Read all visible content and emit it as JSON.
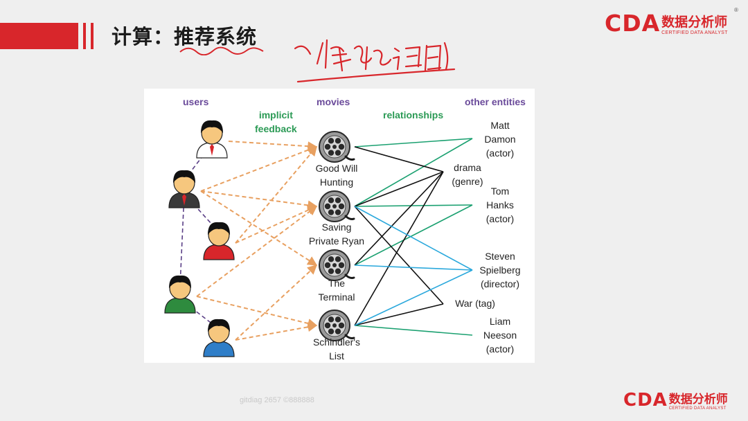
{
  "slide": {
    "title": "计算：推荐系统",
    "watermark": "gitdiag  2657  ©888888"
  },
  "logo": {
    "mark": "CDA",
    "cn": "数据分析师",
    "en": "CERTIFIED DATA ANALYST",
    "reg": "®",
    "color": "#d8262b"
  },
  "diagram": {
    "headers": {
      "users": "users",
      "implicit_feedback": "implicit\nfeedback",
      "movies": "movies",
      "relationships": "relationships",
      "other_entities": "other entities"
    },
    "movies": [
      {
        "id": "m1",
        "label": "Good Will\nHunting"
      },
      {
        "id": "m2",
        "label": "Saving\nPrivate Ryan"
      },
      {
        "id": "m3",
        "label": "The\nTerminal"
      },
      {
        "id": "m4",
        "label": "Schindler's\nList"
      }
    ],
    "entities": [
      {
        "id": "e1",
        "label": "Matt\nDamon\n(actor)"
      },
      {
        "id": "e2",
        "label": "drama\n(genre)"
      },
      {
        "id": "e3",
        "label": "Tom\nHanks\n(actor)"
      },
      {
        "id": "e4",
        "label": "Steven\nSpielberg\n(director)"
      },
      {
        "id": "e5",
        "label": "War (tag)"
      },
      {
        "id": "e6",
        "label": "Liam\nNeeson\n(actor)"
      }
    ],
    "users": [
      {
        "id": "u1",
        "shirt": "#ffffff",
        "tie": "#d8262b"
      },
      {
        "id": "u2",
        "shirt": "#3a3a3a",
        "tie": "#d8262b"
      },
      {
        "id": "u3",
        "shirt": "#d8262b",
        "tie": ""
      },
      {
        "id": "u4",
        "shirt": "#2e8b3e",
        "tie": ""
      },
      {
        "id": "u5",
        "shirt": "#2f7ec8",
        "tie": ""
      }
    ],
    "user_links": [
      [
        "u1",
        "u2"
      ],
      [
        "u2",
        "u3"
      ],
      [
        "u2",
        "u4"
      ],
      [
        "u4",
        "u5"
      ]
    ],
    "feedback": [
      [
        "u1",
        "m1"
      ],
      [
        "u2",
        "m1"
      ],
      [
        "u2",
        "m2"
      ],
      [
        "u2",
        "m3"
      ],
      [
        "u3",
        "m1"
      ],
      [
        "u3",
        "m2"
      ],
      [
        "u4",
        "m2"
      ],
      [
        "u4",
        "m4"
      ],
      [
        "u5",
        "m3"
      ],
      [
        "u5",
        "m4"
      ]
    ],
    "relations": [
      {
        "from": "m1",
        "to": "e1",
        "type": "actor"
      },
      {
        "from": "m2",
        "to": "e1",
        "type": "actor"
      },
      {
        "from": "m2",
        "to": "e3",
        "type": "actor"
      },
      {
        "from": "m3",
        "to": "e3",
        "type": "actor"
      },
      {
        "from": "m4",
        "to": "e6",
        "type": "actor"
      },
      {
        "from": "m1",
        "to": "e2",
        "type": "genre"
      },
      {
        "from": "m2",
        "to": "e2",
        "type": "genre"
      },
      {
        "from": "m3",
        "to": "e2",
        "type": "genre"
      },
      {
        "from": "m4",
        "to": "e2",
        "type": "genre"
      },
      {
        "from": "m2",
        "to": "e5",
        "type": "tag"
      },
      {
        "from": "m4",
        "to": "e5",
        "type": "tag"
      },
      {
        "from": "m2",
        "to": "e4",
        "type": "director"
      },
      {
        "from": "m3",
        "to": "e4",
        "type": "director"
      },
      {
        "from": "m4",
        "to": "e4",
        "type": "director"
      }
    ],
    "colors": {
      "header_purple": "#6a4a9a",
      "header_green": "#2b9a55",
      "feedback": "#e8a060",
      "user_link": "#5a3f86",
      "actor": "#1aa070",
      "genre": "#111111",
      "tag": "#111111",
      "director": "#2aa8dc"
    }
  }
}
